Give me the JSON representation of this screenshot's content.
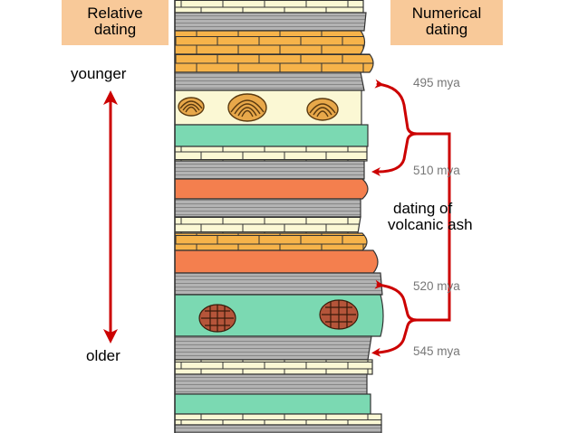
{
  "headers": {
    "relative": [
      "Relative",
      "dating"
    ],
    "numerical": [
      "Numerical",
      "dating"
    ]
  },
  "relative_scale": {
    "top_label": "younger",
    "bottom_label": "older"
  },
  "ages": [
    "495 mya",
    "510 mya",
    "520 mya",
    "545 mya"
  ],
  "dating_note": [
    "dating of",
    "volcanic ash"
  ],
  "colors": {
    "header_bg": "#f8c999",
    "arrow_red": "#cc0000",
    "sandstone": "#f6b34a",
    "limestone": "#fbf8d4",
    "mudstone": "#7bd9b2",
    "volcanic_ash": "#f47f4e",
    "shale": "#b3b3b3"
  }
}
